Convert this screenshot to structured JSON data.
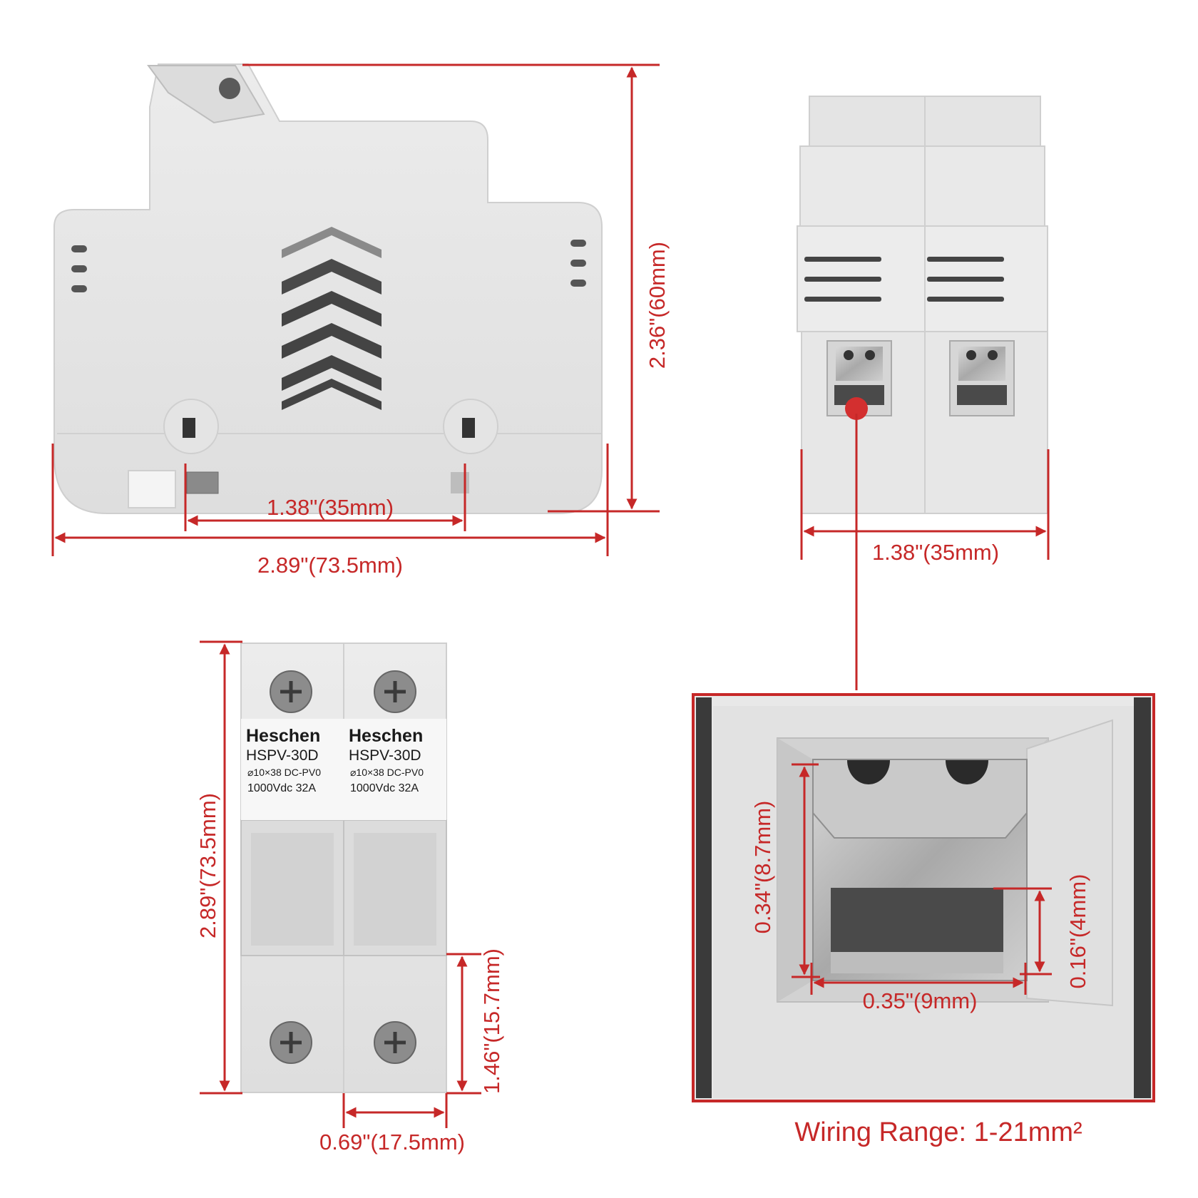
{
  "dimensions": {
    "side_height": "2.36\"(60mm)",
    "side_rail_width": "1.38\"(35mm)",
    "side_total_width": "2.89\"(73.5mm)",
    "end_width": "1.38\"(35mm)",
    "front_height": "2.89\"(73.5mm)",
    "front_lower_height": "1.46\"(15.7mm)",
    "front_pole_width": "0.69\"(17.5mm)",
    "terminal_height": "0.34\"(8.7mm)",
    "terminal_width": "0.35\"(9mm)",
    "terminal_gap": "0.16\"(4mm)"
  },
  "labels": {
    "brand": "Heschen",
    "model": "HSPV-30D",
    "fuse_spec": "⌀10×38 DC-PV0",
    "rating": "1000Vdc  32A"
  },
  "caption": "Wiring Range: 1-21mm²",
  "colors": {
    "dimension": "#c62828",
    "housing": "#e6e6e6",
    "housing_edge": "#c4c4c4",
    "slot": "#4a4a4a"
  }
}
